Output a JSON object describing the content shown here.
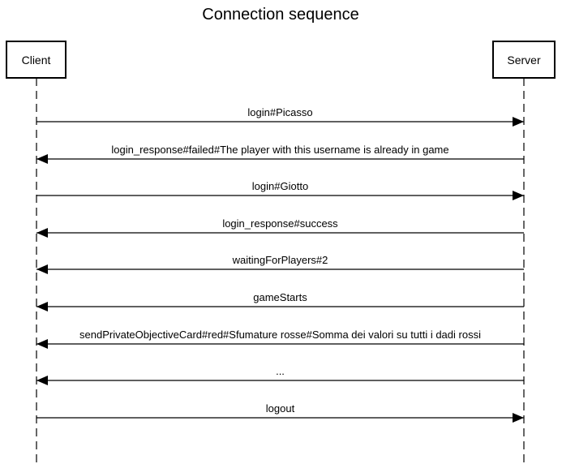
{
  "title": "Connection sequence",
  "participants": [
    {
      "id": "client",
      "label": "Client"
    },
    {
      "id": "server",
      "label": "Server"
    }
  ],
  "messages": [
    {
      "from": "client",
      "to": "server",
      "label": "login#Picasso"
    },
    {
      "from": "server",
      "to": "client",
      "label": "login_response#failed#The player with this username is already in game"
    },
    {
      "from": "client",
      "to": "server",
      "label": "login#Giotto"
    },
    {
      "from": "server",
      "to": "client",
      "label": "login_response#success"
    },
    {
      "from": "server",
      "to": "client",
      "label": "waitingForPlayers#2"
    },
    {
      "from": "server",
      "to": "client",
      "label": "gameStarts"
    },
    {
      "from": "server",
      "to": "client",
      "label": "sendPrivateObjectiveCard#red#Sfumature rosse#Somma dei valori su tutti i dadi rossi"
    },
    {
      "from": "server",
      "to": "client",
      "label": "..."
    },
    {
      "from": "client",
      "to": "server",
      "label": "logout"
    }
  ]
}
